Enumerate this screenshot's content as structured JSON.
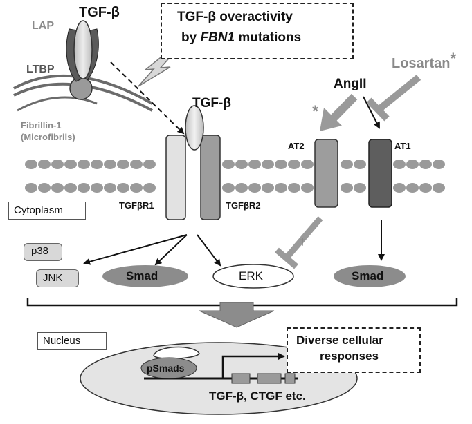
{
  "labels": {
    "tgfb_top": "TGF-β",
    "lap": "LAP",
    "ltbp": "LTBP",
    "fibrillin_line1": "Fibrillin-1",
    "fibrillin_line2": "(Microfibrils)",
    "overactivity_line1": "TGF-β overactivity",
    "overactivity_line2_pre": "by ",
    "overactivity_line2_gene": "FBN1",
    "overactivity_line2_post": " mutations",
    "losartan": "Losartan",
    "losartan_star": "*",
    "angii": "AngII",
    "at2_star": "*",
    "tgfb_receptor": "TGF-β",
    "at2": "AT2",
    "at1": "AT1",
    "cytoplasm": "Cytoplasm",
    "tgfbr1": "TGFβR1",
    "tgfbr2": "TGFβR2",
    "p38": "p38",
    "jnk": "JNK",
    "smad_left": "Smad",
    "erk": "ERK",
    "dagger": "†",
    "smad_right": "Smad",
    "nucleus": "Nucleus",
    "psmads": "pSmads",
    "diverse_line1": "Diverse cellular",
    "diverse_line2": "responses",
    "genes": "TGF-β, CTGF etc."
  },
  "colors": {
    "membrane_bead": "#9a9a9a",
    "receptor_light": "#e2e2e2",
    "receptor_mid": "#9d9d9d",
    "receptor_dark": "#5e5e5e",
    "smad_fill": "#8c8c8c",
    "nucleus_fill": "#e4e4e4",
    "inhibit_grey": "#9a9a9a"
  }
}
